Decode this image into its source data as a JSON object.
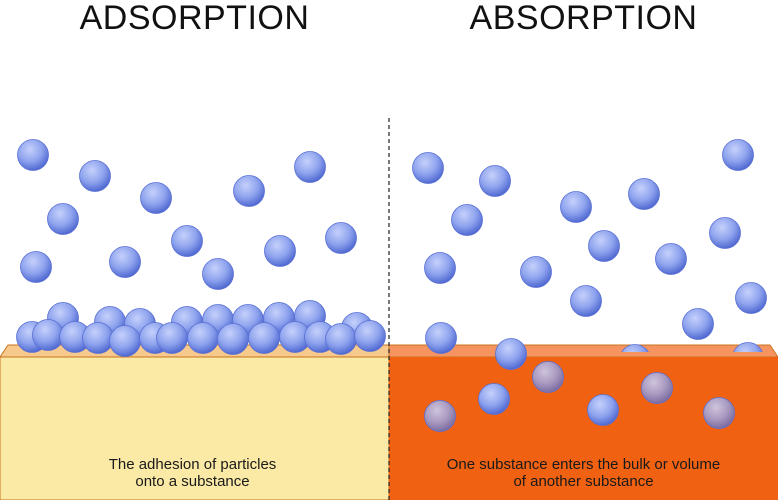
{
  "left_panel": {
    "title": "ADSORPTION",
    "caption_line1": "The adhesion of particles",
    "caption_line2": "onto a substance",
    "substrate_color": "#fbe9a6",
    "substrate_top_color": "#f7c98c"
  },
  "right_panel": {
    "title": "ABSORPTION",
    "caption_line1": "One substance enters the bulk or volume",
    "caption_line2": "of another substance",
    "substrate_color": "#f06212",
    "substrate_top_color": "#f59460"
  },
  "colors": {
    "particle": "#8fa4ee",
    "particle_dark": "#4d66d0",
    "particle_absorbed": "#a796b8",
    "divider": "#222222",
    "outline": "#c8741e"
  }
}
